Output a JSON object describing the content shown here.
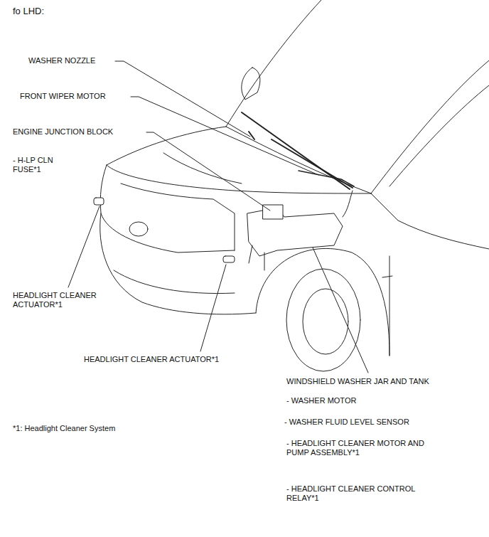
{
  "diagram": {
    "title": "fo LHD:",
    "labels": [
      "WASHER NOZZLE",
      "FRONT WIPER MOTOR",
      "ENGINE JUNCTION BLOCK",
      "- H-LP CLN FUSE*1",
      "HEADLIGHT CLEANER ACTUATOR*1",
      "HEADLIGHT CLEANER ACTUATOR*1",
      "WINDSHIELD WASHER JAR AND TANK",
      "- WASHER MOTOR",
      "- WASHER FLUID LEVEL SENSOR",
      "- HEADLIGHT CLEANER MOTOR AND PUMP ASSEMBLY*1",
      "- HEADLIGHT CLEANER CONTROL RELAY*1",
      "*1: Headlight Cleaner System"
    ]
  }
}
